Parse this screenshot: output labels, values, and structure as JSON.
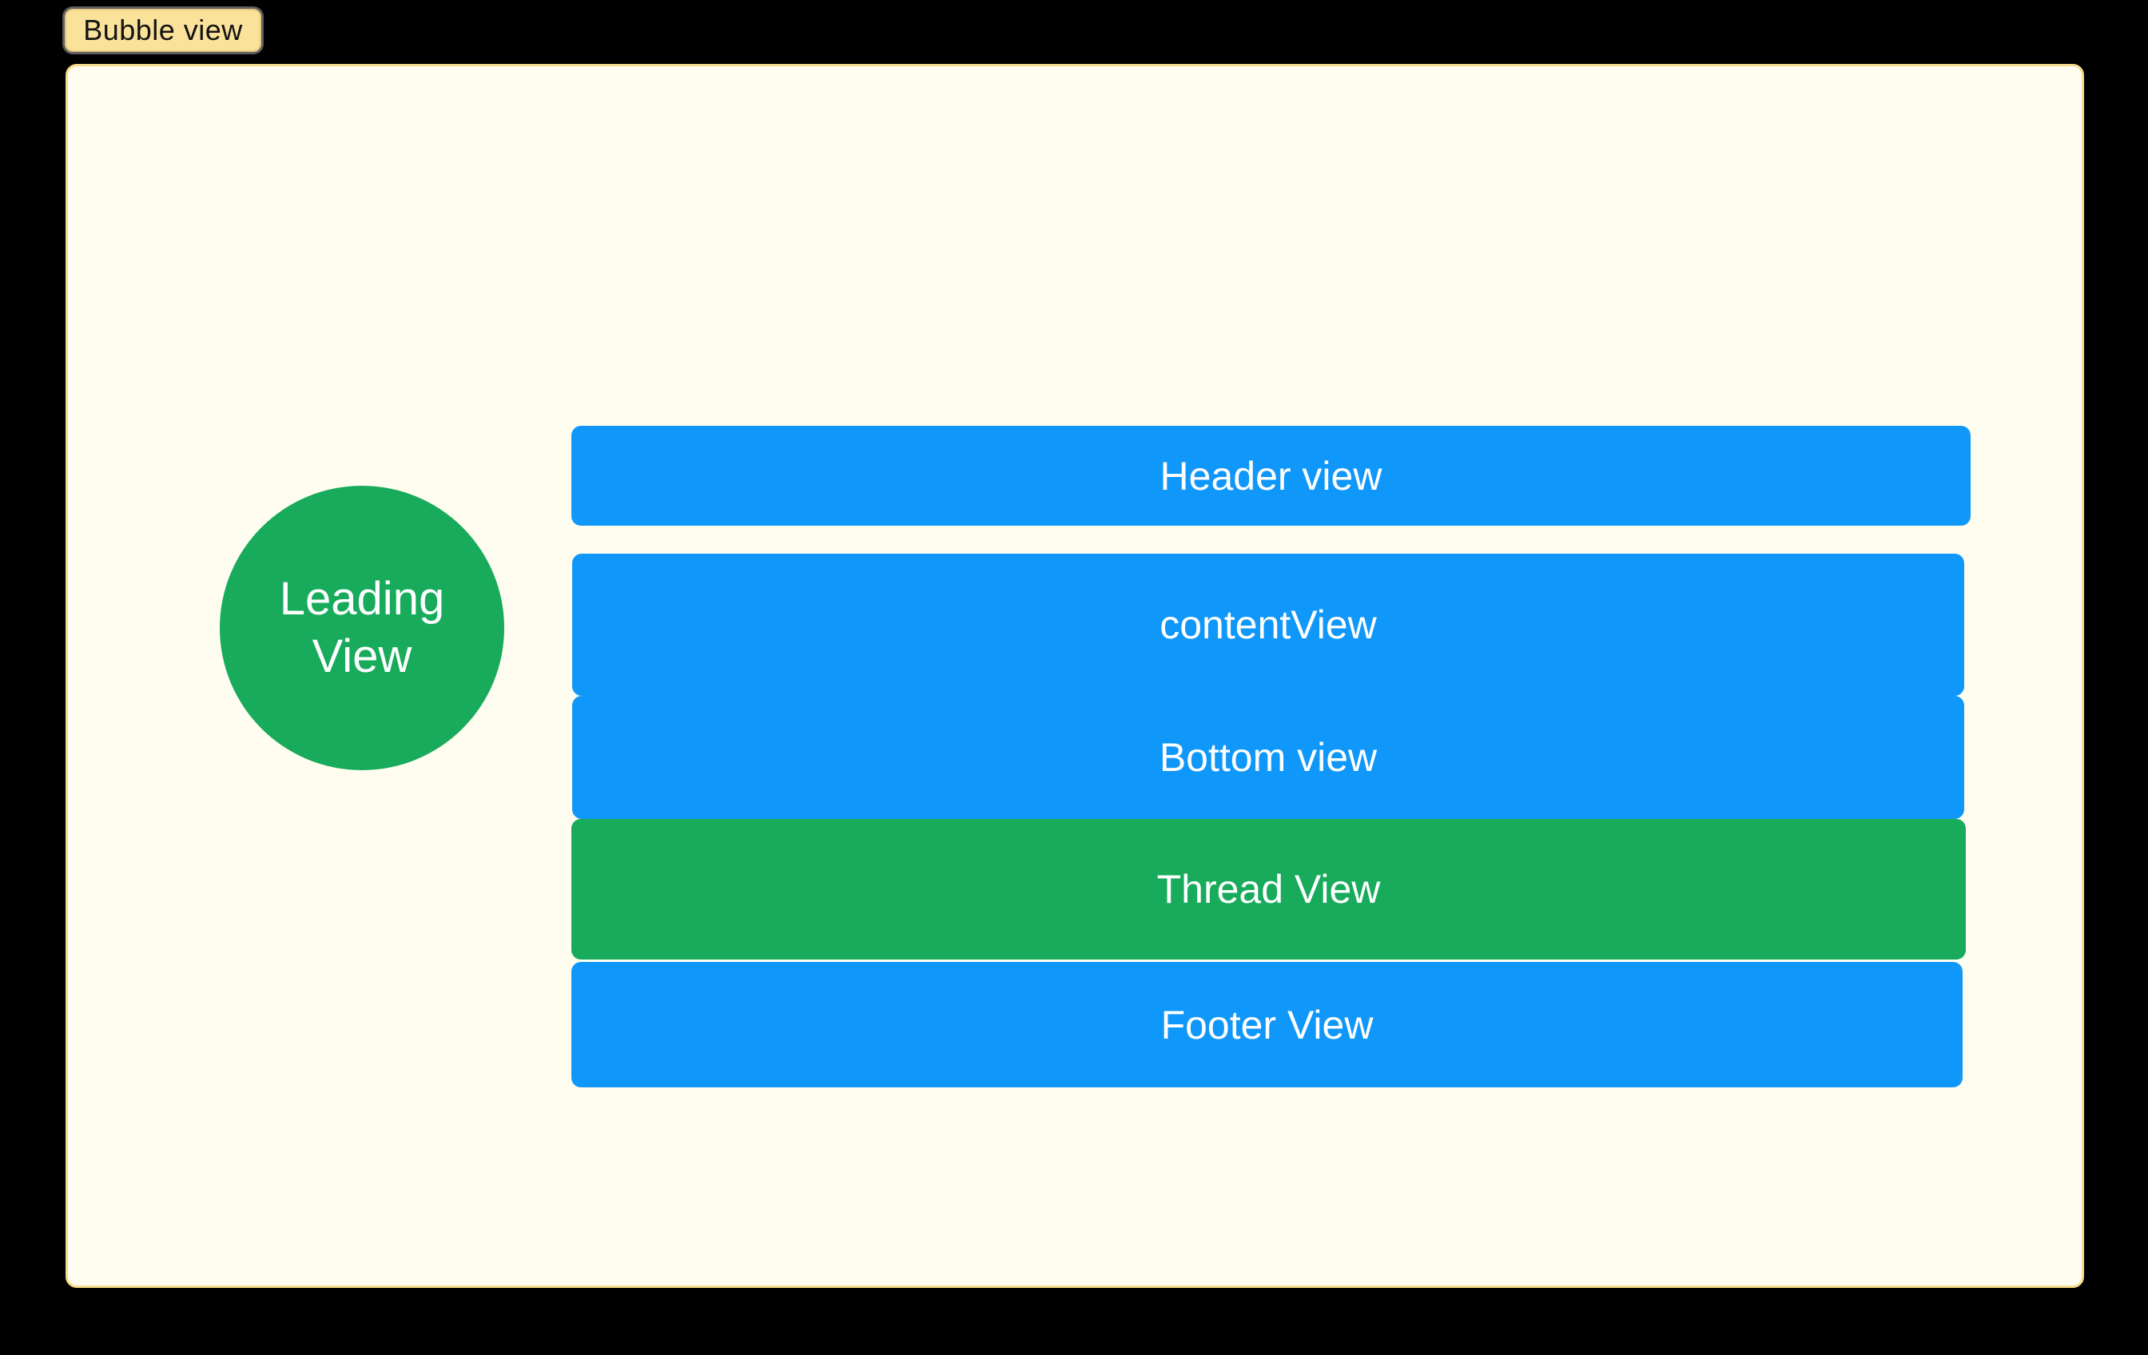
{
  "tab": {
    "label": "Bubble view"
  },
  "leading_view": {
    "label_line1": "Leading",
    "label_line2": "View"
  },
  "views": {
    "header": {
      "label": "Header view"
    },
    "content": {
      "label": "contentView"
    },
    "bottom": {
      "label": "Bottom view"
    },
    "thread": {
      "label": "Thread View"
    },
    "footer": {
      "label": "Footer View"
    }
  },
  "colors": {
    "window_background": "#000000",
    "canvas_background": "#FFFDF0",
    "canvas_border": "#F6DC8C",
    "tab_background": "#FAE29B",
    "tab_text": "#131313",
    "block_blue": "#0F97FA",
    "block_green": "#17AB5B",
    "block_text": "#FFFFFF"
  }
}
